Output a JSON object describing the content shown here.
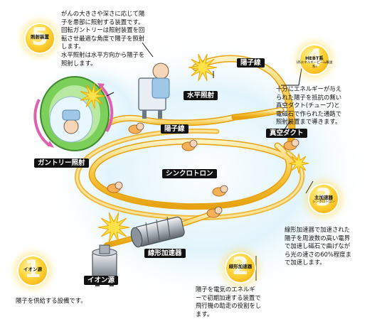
{
  "steps": [
    {
      "num": "5",
      "name": "照射装置",
      "sub": "",
      "text": "がんの大きさや深さに応じて陽\n子を患部に照射する装置です。\n回転ガントリーは照射装置を回\n転させ最適な角度で陽子を照射\nします。\n水平照射は水平方向から陽子を\n照射します。"
    },
    {
      "num": "4",
      "name": "HEBT系",
      "sub": "(高エネルギービーム輸送系)",
      "text": "十分にエネルギーが与え\nられた陽子を抵抗の無い\n真空ダクト(チューブ)と\n電磁石で作られた通路で\n照射装置まで導きます。"
    },
    {
      "num": "3",
      "name": "主加速器",
      "sub": "シンクロトロン",
      "text": "線形加速器で加速された\n陽子を周波数の高い電界\nで加速し磁石で曲げなが\nら光の速さの60%程度ま\nで加速します。"
    },
    {
      "num": "2",
      "name": "線形加速器",
      "sub": "",
      "text": "陽子を電気のエネルギ\nーで初期加速する装置で\n飛行機の助走の役割をし\nます。"
    },
    {
      "num": "1",
      "name": "イオン源",
      "sub": "",
      "text": "陽子を供給する設備です。"
    }
  ],
  "labels": {
    "proton_beam_top": "陽子線",
    "horizontal": "水平照射",
    "proton_beam_mid": "陽子線",
    "vacuum_duct": "真空ダクト",
    "gantry": "ガントリー照射",
    "synchrotron": "シンクロトロン",
    "linac": "線形加速器",
    "ion_source": "イオン源"
  },
  "colors": {
    "beam": "#f5b521",
    "beam_light": "#fde9a6",
    "badge": "#ffd53a",
    "label_bg": "#111111",
    "gantry_green": "#7ccf5a",
    "gantry_pink": "#e060b0",
    "glow": "#dff3fb"
  },
  "icons": [
    "starburst-icon",
    "proton-character-icon",
    "patient-icon",
    "gantry-icon",
    "linac-icon",
    "ion-source-icon"
  ]
}
